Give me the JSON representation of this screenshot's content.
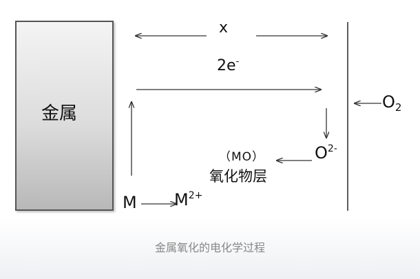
{
  "metal": {
    "label": "金属"
  },
  "gap": {
    "label": "x"
  },
  "electron": {
    "base": "2e",
    "sup": "-"
  },
  "oxygen": {
    "base": "O",
    "sub": "2"
  },
  "oxide_ion": {
    "base": "O",
    "sup": "2-"
  },
  "oxide_formula": {
    "label": "（MO）"
  },
  "oxide_layer": {
    "label": "氧化物层"
  },
  "metal_ion": {
    "metal": "M",
    "ion_base": "M",
    "ion_sup": "2+"
  },
  "caption": "金属氧化的电化学过程",
  "colors": {
    "line": "#333333",
    "caption": "#888888"
  }
}
